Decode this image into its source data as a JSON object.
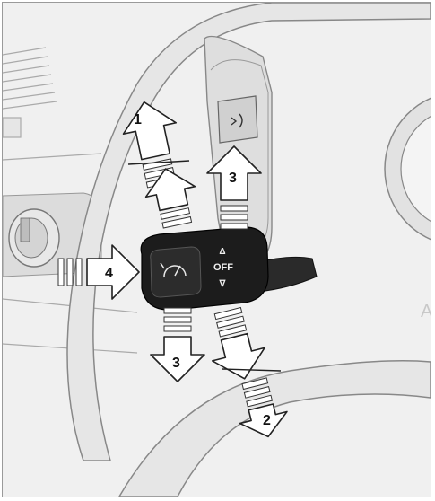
{
  "figure": {
    "callouts": [
      {
        "id": "1",
        "text": "1"
      },
      {
        "id": "2",
        "text": "2"
      },
      {
        "id": "3a",
        "text": "3"
      },
      {
        "id": "3b",
        "text": "3"
      },
      {
        "id": "4",
        "text": "4"
      }
    ],
    "lever_labels": {
      "up": "Δ",
      "off": "OFF",
      "down": "∇"
    },
    "side_letter": "A",
    "colors": {
      "background": "#f2f2f2",
      "wheel": "#e4e4e4",
      "lever": "#1c1c1c",
      "arrow_fill": "#ffffff",
      "outline": "#222222"
    },
    "icons": [
      "speedometer-icon",
      "distance-icon"
    ]
  }
}
